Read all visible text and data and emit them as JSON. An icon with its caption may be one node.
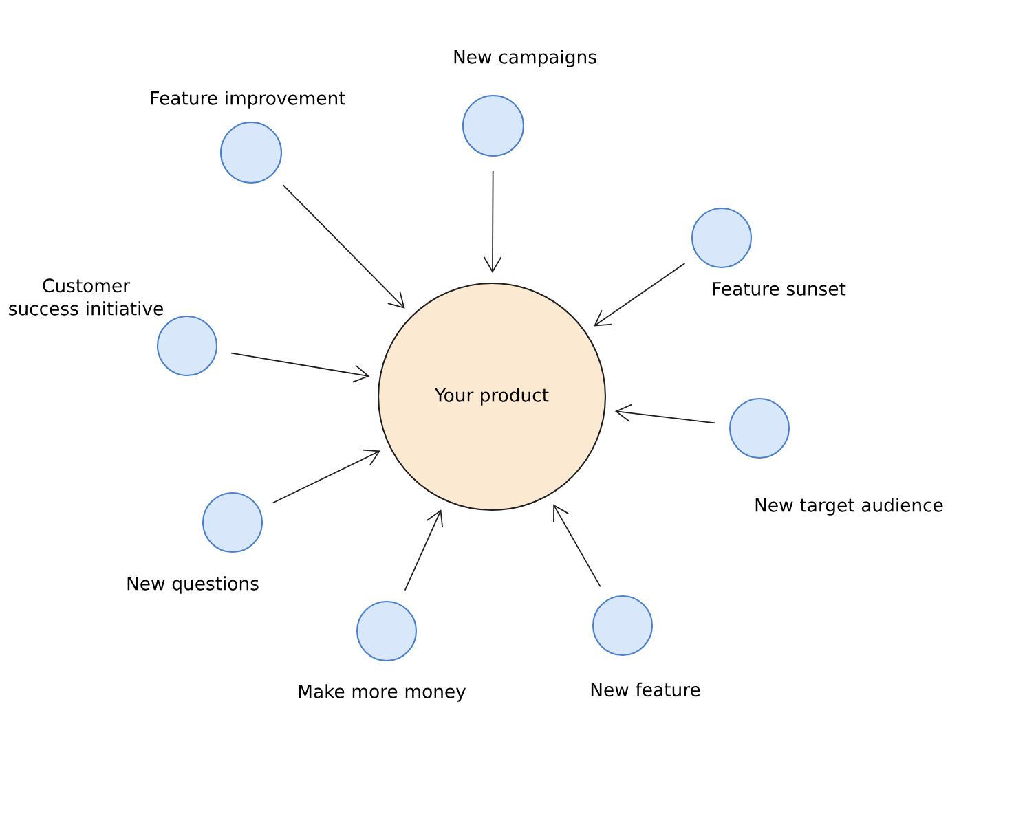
{
  "diagram": {
    "nodes": [
      {
        "text": [
          "Your product"
        ]
      },
      {
        "text": [],
        "shape": "circle",
        "beside": [
          "Feature improvement"
        ]
      },
      {
        "text": [],
        "shape": "circle",
        "beside": [
          "New campaigns"
        ]
      },
      {
        "text": [],
        "shape": "circle",
        "beside": [
          "Feature sunset"
        ]
      },
      {
        "text": [],
        "shape": "circle",
        "beside": [
          "Customer success initiative"
        ]
      },
      {
        "text": [],
        "shape": "circle",
        "beside": [
          "New target audience"
        ]
      },
      {
        "text": [],
        "shape": "circle",
        "beside": [
          "New questions"
        ]
      },
      {
        "text": [],
        "shape": "circle",
        "beside": [
          "Make more money"
        ]
      },
      {
        "text": [],
        "shape": "circle",
        "beside": [
          "New feature"
        ]
      }
    ],
    "edges": [
      {
        "from": 1,
        "to": 0,
        "arrow": "to"
      },
      {
        "from": 2,
        "to": 0,
        "arrow": "to"
      },
      {
        "from": 3,
        "to": 0,
        "arrow": "to"
      },
      {
        "from": 4,
        "to": 0,
        "arrow": "to"
      },
      {
        "from": 5,
        "to": 0,
        "arrow": "to"
      },
      {
        "from": 6,
        "to": 0,
        "arrow": "to"
      },
      {
        "from": 7,
        "to": 0,
        "arrow": "to"
      },
      {
        "from": 8,
        "to": 0,
        "arrow": "to"
      }
    ]
  }
}
